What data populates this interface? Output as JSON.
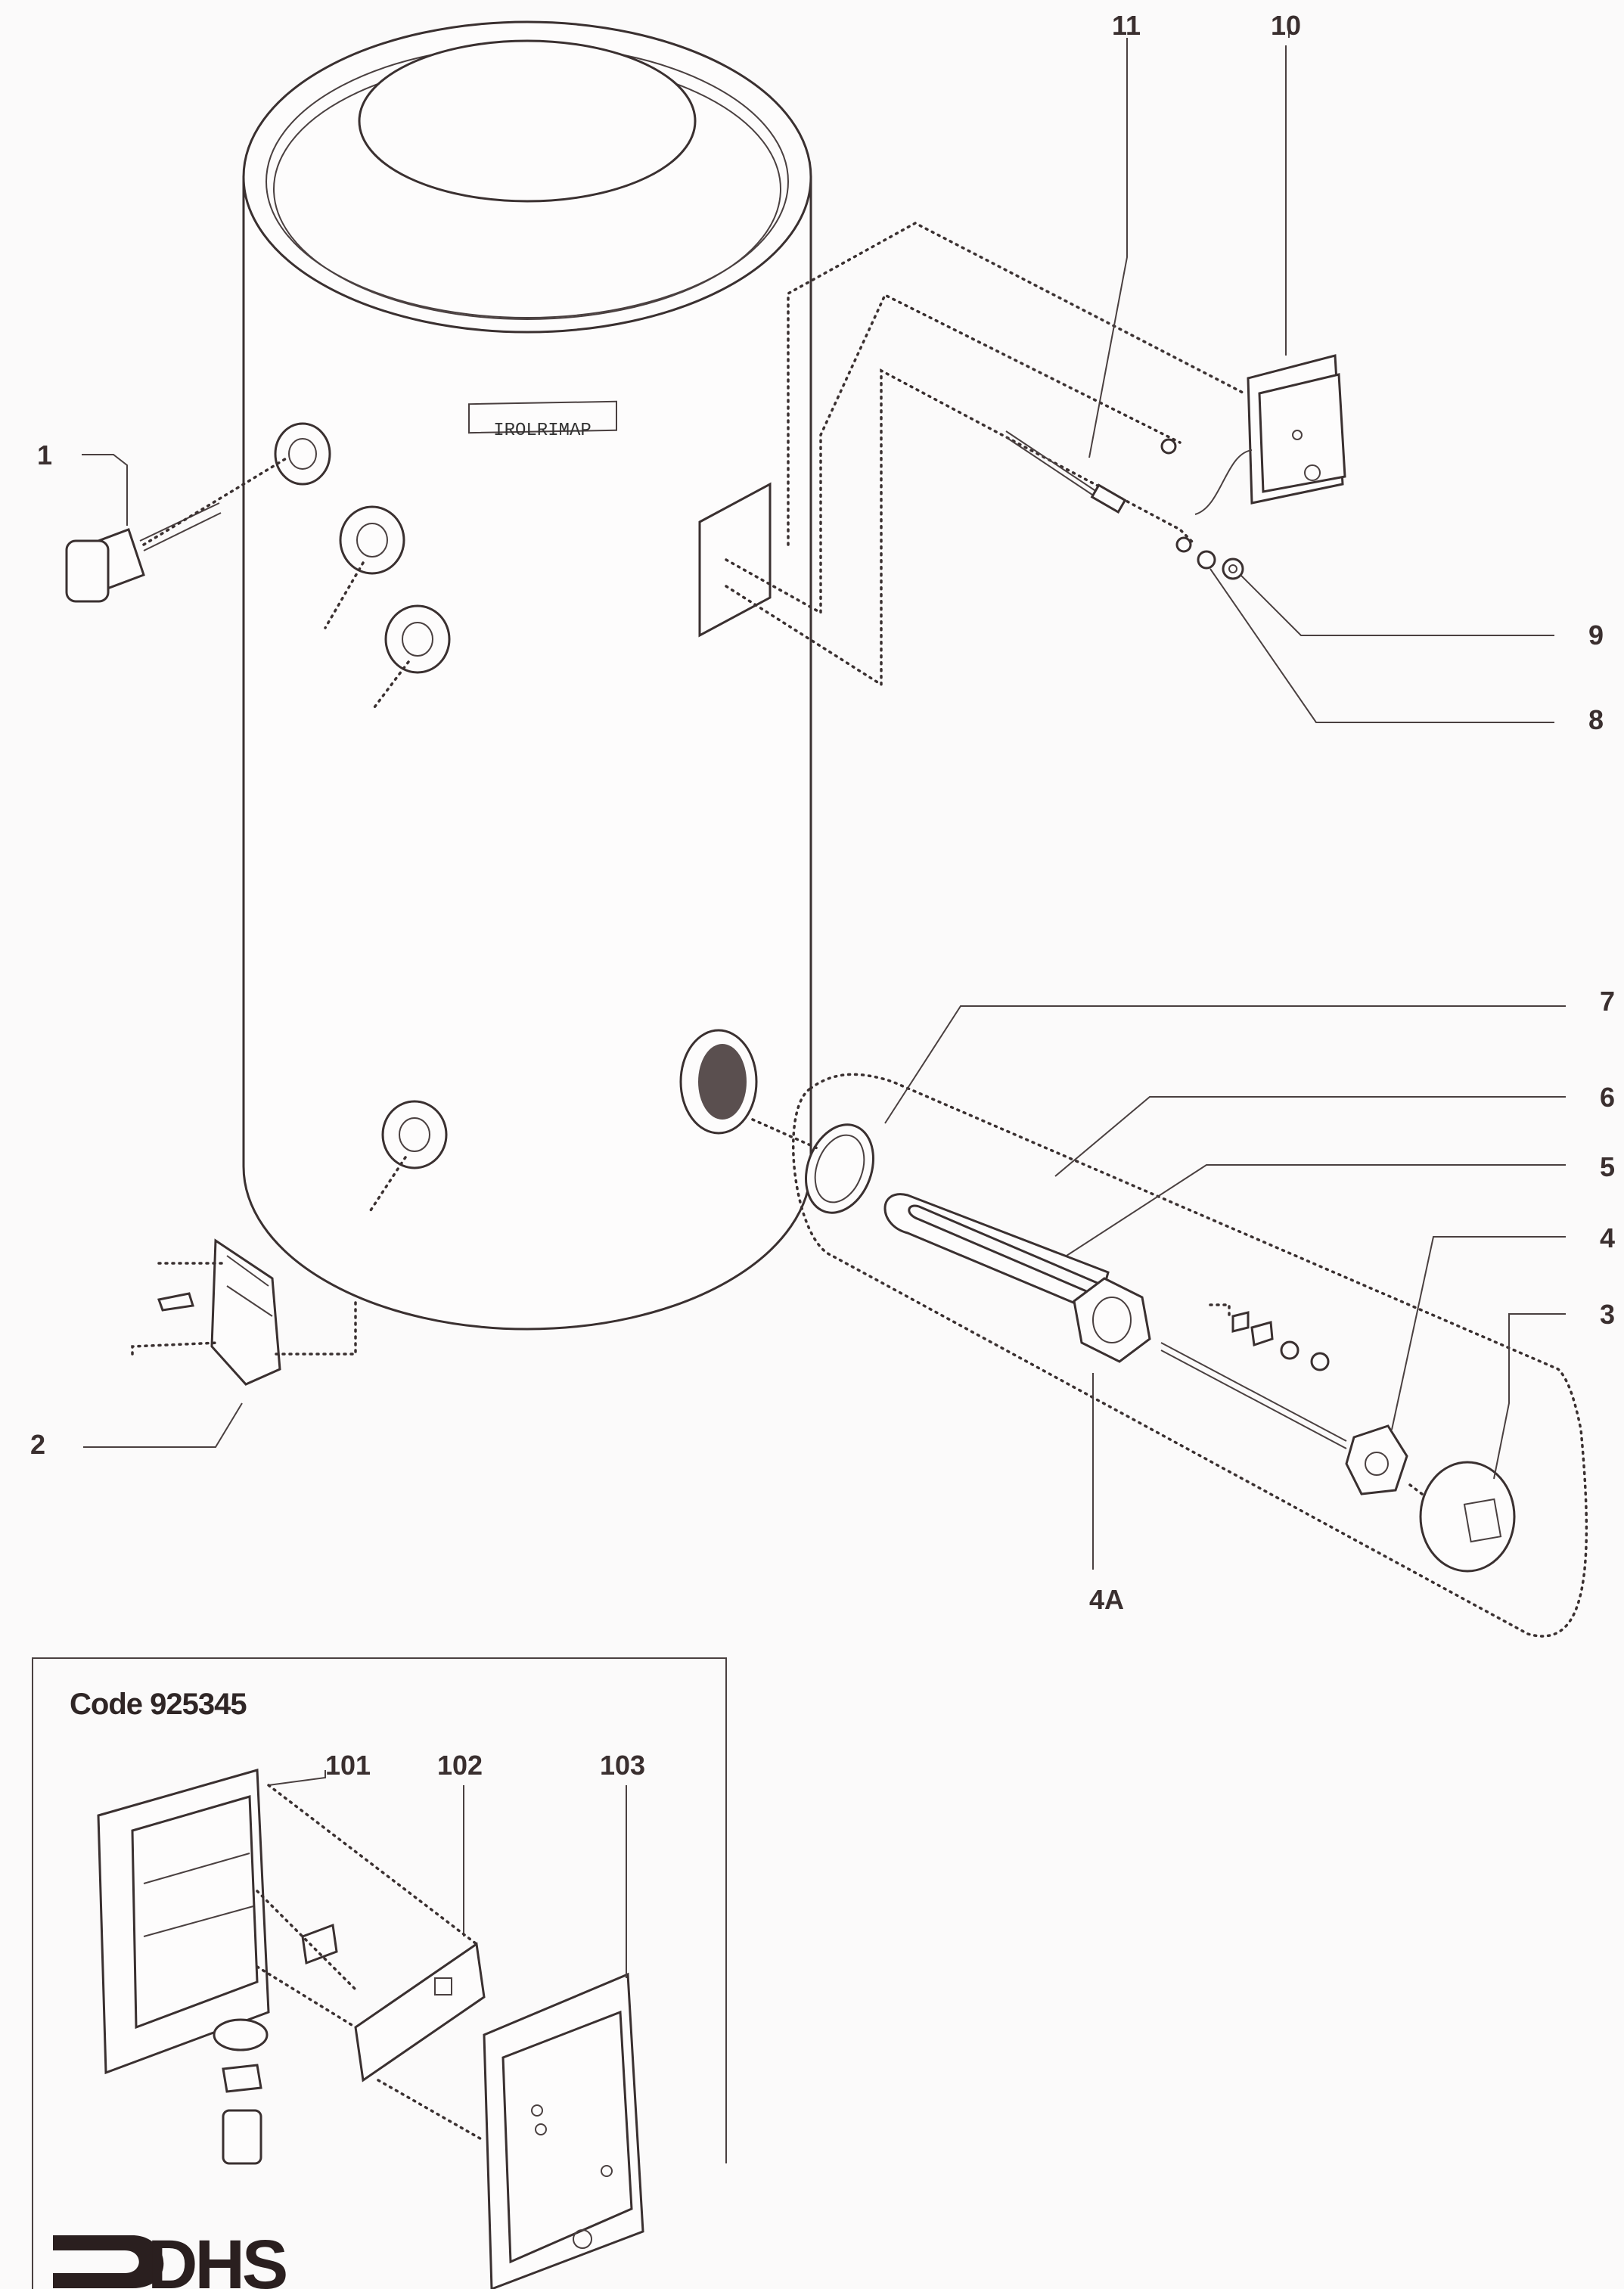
{
  "diagram": {
    "callouts": {
      "c1": "1",
      "c2": "2",
      "c3": "3",
      "c4": "4",
      "c4a": "4A",
      "c5": "5",
      "c6": "6",
      "c7": "7",
      "c8": "8",
      "c9": "9",
      "c10": "10",
      "c11": "11"
    },
    "tank_badge": "IROLRIMAP",
    "inset": {
      "title": "Code 925345",
      "callouts": {
        "c101": "101",
        "c102": "102",
        "c103": "103"
      }
    },
    "logo": "DHS"
  }
}
